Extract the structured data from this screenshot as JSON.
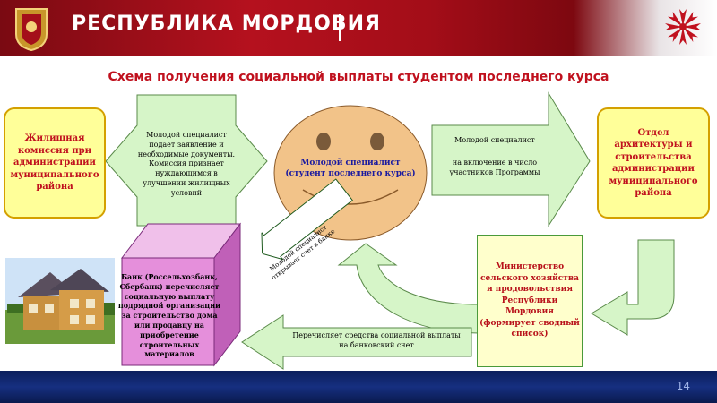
{
  "header": {
    "title": "РЕСПУБЛИКА МОРДОВИЯ"
  },
  "slide": {
    "title": "Схема получения социальной выплаты студентом последнего курса",
    "page_number": "14"
  },
  "nodes": {
    "housing_commission": "Жилищная комиссия при администрации муниципального района",
    "architecture_dept": "Отдел архитектуры и строительства администрации муниципального района",
    "specialist_line1": "Молодой специалист",
    "specialist_line2": "(студент последнего курса)",
    "ministry": "Министерство сельского хозяйства и продовольствия Республики Мордовия (формирует сводный список)",
    "bank": "Банк (Россельхозбанк, Сбербанк) перечисляет социальную выплату подрядной организации за строительство дома или продавцу на приобретение строительных материалов"
  },
  "arrows": {
    "left_arrow": "Молодой специалист подает заявление и необходимые документы. Комиссия признает нуждающимся в улучшении жилищных условий",
    "right_arrow_line1": "Молодой специалист",
    "right_arrow_line2": "на включение в число участников Программы",
    "diag_arrow": "Молодой специалист открывает счет в банке",
    "bottom_arrow": "Перечисляет средства социальной выплаты на банковский счет"
  }
}
